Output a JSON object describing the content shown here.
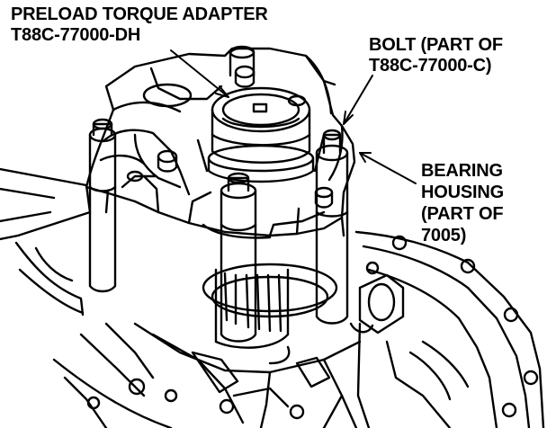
{
  "labels": {
    "adapter": {
      "line1": "PRELOAD TORQUE ADAPTER",
      "line2": "T88C-77000-DH"
    },
    "bolt": {
      "line1": "BOLT (PART OF",
      "line2": "T88C-77000-C)"
    },
    "bearing_housing": {
      "line1": "BEARING",
      "line2": "HOUSING",
      "line3": "(PART OF",
      "line4": "7005)"
    }
  }
}
